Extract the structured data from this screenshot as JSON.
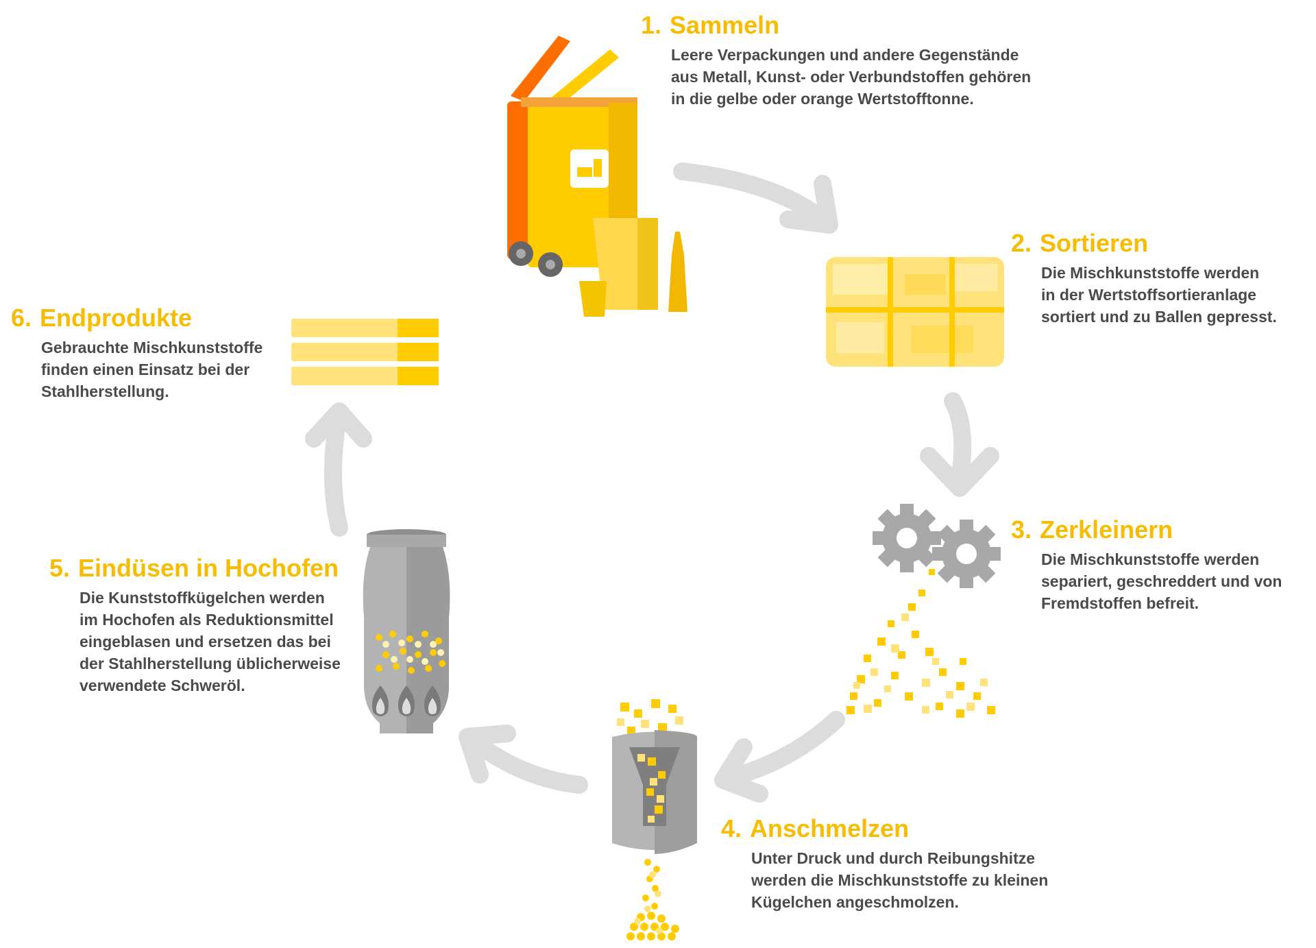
{
  "steps": [
    {
      "number": "1.",
      "title": "Sammeln",
      "lines": [
        "Leere Verpackungen und andere Gegenstände",
        "aus Metall, Kunst- oder Verbundstoffen gehören",
        "in die gelbe oder orange Wertstofftonne."
      ],
      "icon": "waste-bin-icon"
    },
    {
      "number": "2.",
      "title": "Sortieren",
      "lines": [
        "Die Mischkunststoffe werden",
        "in der Wertstoffsortieranlage",
        "sortiert und zu Ballen gepresst."
      ],
      "icon": "plastic-bale-icon"
    },
    {
      "number": "3.",
      "title": "Zerkleinern",
      "lines": [
        "Die Mischkunststoffe werden",
        "separiert, geschreddert und von",
        "Fremdstoffen befreit."
      ],
      "icon": "shredder-gears-icon"
    },
    {
      "number": "4.",
      "title": "Anschmelzen",
      "lines": [
        "Unter Druck und durch Reibungshitze",
        "werden die Mischkunststoffe zu kleinen",
        "Kügelchen angeschmolzen."
      ],
      "icon": "melting-funnel-icon"
    },
    {
      "number": "5.",
      "title": "Eindüsen in Hochofen",
      "lines": [
        "Die Kunststoffkügelchen werden",
        "im Hochofen als Reduktionsmittel",
        "eingeblasen und ersetzen das bei",
        "der Stahlherstellung üblicherweise",
        "verwendete Schweröl."
      ],
      "icon": "blast-furnace-icon"
    },
    {
      "number": "6.",
      "title": "Endprodukte",
      "lines": [
        "Gebrauchte Mischkunststoffe",
        "finden einen Einsatz bei der",
        "Stahlherstellung."
      ],
      "icon": "steel-plates-icon"
    }
  ],
  "colors": {
    "title": "#f6bc00",
    "text": "#4a4a4a",
    "arrow": "#dcdcdc",
    "yellow": "#ffcc00",
    "light_yellow": "#ffe27a",
    "orange": "#ff6f00",
    "grey": "#a9a9a9"
  }
}
